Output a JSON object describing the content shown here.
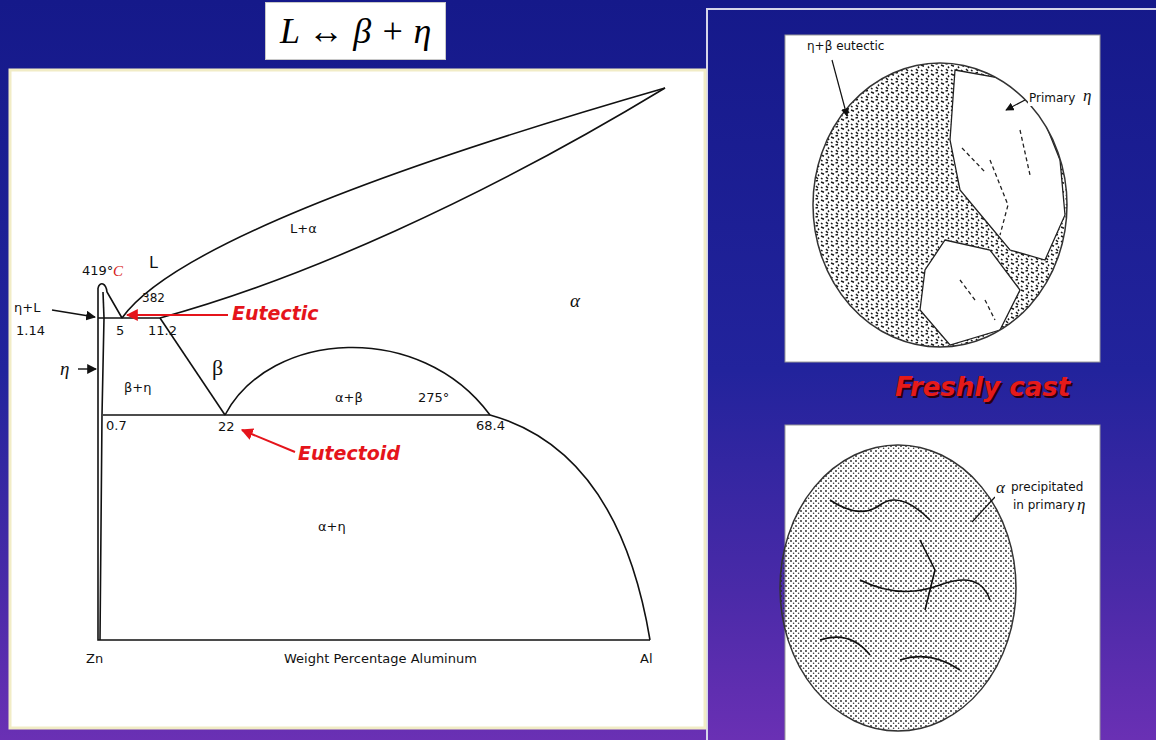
{
  "diagram": {
    "title": "L ↔ β + η",
    "labels": [
      "419°",
      "C",
      "L",
      "L+α",
      "α",
      "η+L",
      "1.14",
      "5",
      "382",
      "11.2",
      "Eutectic",
      "η",
      "β+η",
      "β",
      "α+β",
      "275°",
      "0.7",
      "22",
      "68.4",
      "Eutectoid",
      "α+η",
      "Zn",
      "Weight Percentage Aluminum",
      "Al",
      "η+β eutectic",
      "Primary",
      "η",
      "Freshly cast",
      "α",
      "precipitated",
      "in primary",
      "η"
    ]
  }
}
